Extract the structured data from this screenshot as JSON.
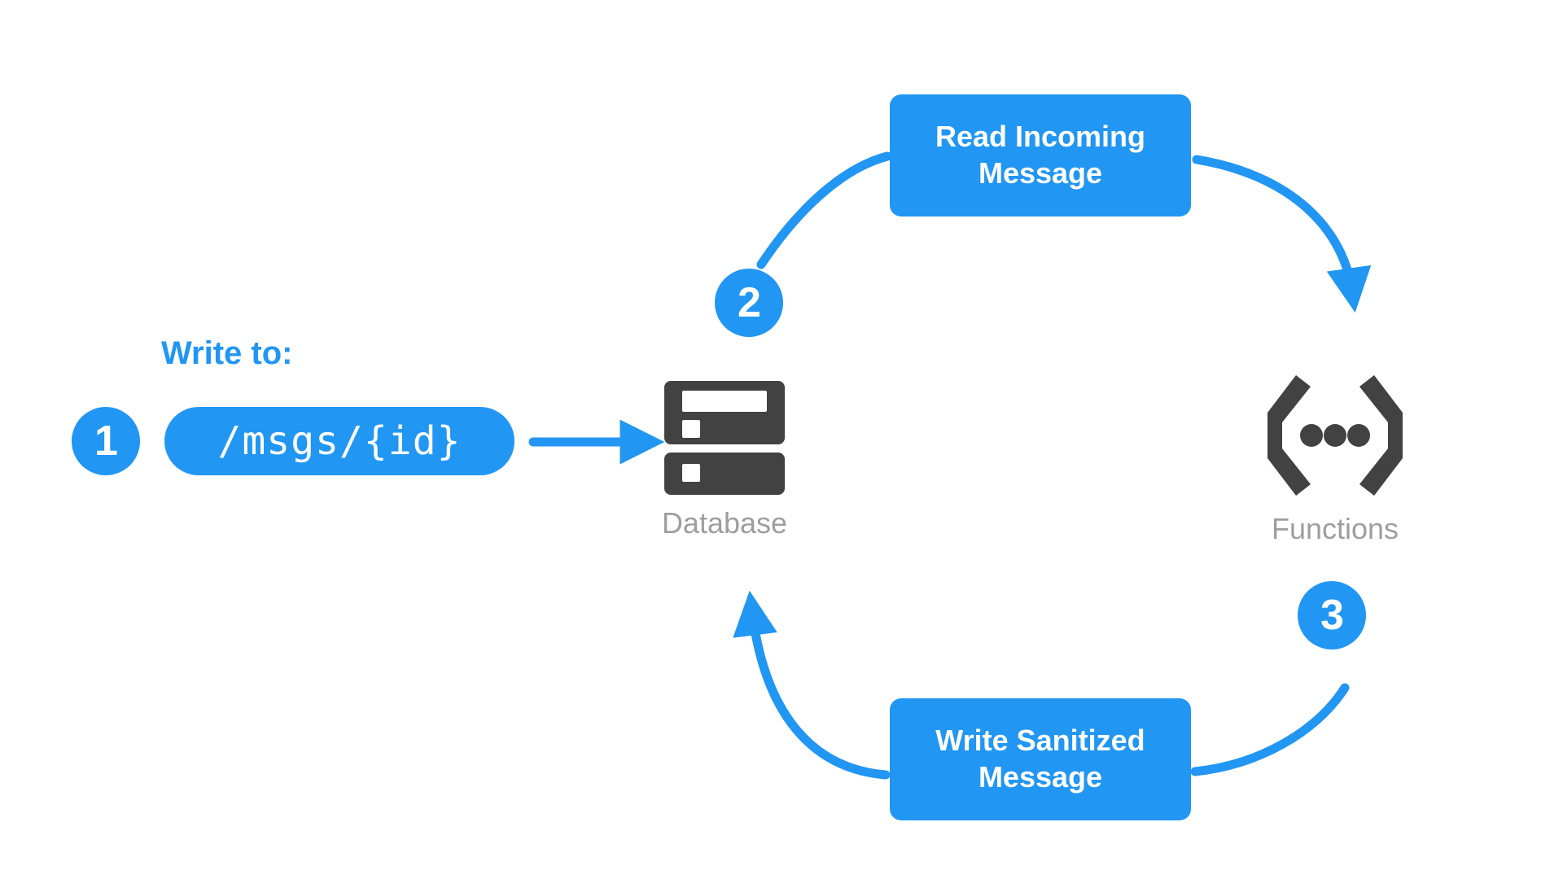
{
  "diagram": {
    "title": "Firebase message sanitization flow",
    "background_color": "#ffffff",
    "accent_color": "#2196f3",
    "icon_color": "#424242",
    "caption_color": "#9e9e9e"
  },
  "labels": {
    "write_to": "Write to:"
  },
  "steps": [
    {
      "number": "1"
    },
    {
      "number": "2"
    },
    {
      "number": "3"
    }
  ],
  "pill": {
    "path": "/msgs/{id}"
  },
  "boxes": [
    {
      "id": "read",
      "line1": "Read Incoming",
      "line2": "Message"
    },
    {
      "id": "write",
      "line1": "Write Sanitized",
      "line2": "Message"
    }
  ],
  "nodes": [
    {
      "id": "database",
      "caption": "Database",
      "icon": "database-icon"
    },
    {
      "id": "functions",
      "caption": "Functions",
      "icon": "functions-braces-icon"
    }
  ],
  "arrows": [
    {
      "id": "pill-to-database",
      "kind": "straight",
      "from": "path-pill",
      "to": "database"
    },
    {
      "id": "database-to-read",
      "kind": "curved",
      "from": "database",
      "to": "read-box"
    },
    {
      "id": "read-to-functions",
      "kind": "curved",
      "from": "read-box",
      "to": "functions"
    },
    {
      "id": "functions-to-write",
      "kind": "curved",
      "from": "functions",
      "to": "write-box"
    },
    {
      "id": "write-to-database",
      "kind": "curved",
      "from": "write-box",
      "to": "database"
    }
  ]
}
